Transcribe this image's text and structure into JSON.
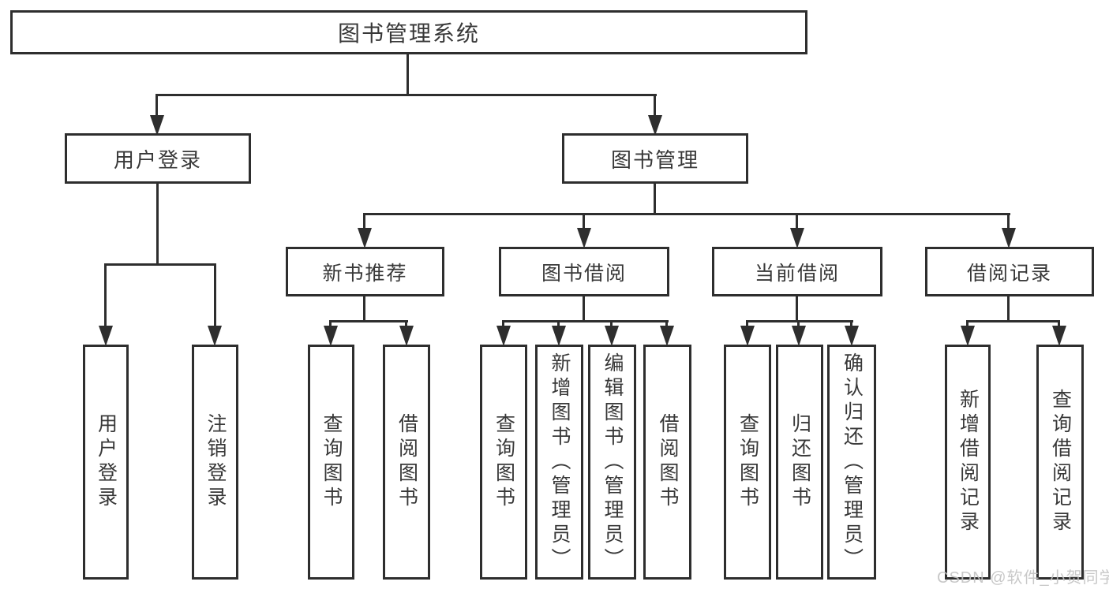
{
  "diagram": {
    "type": "hierarchy-tree",
    "title": "图书管理系统",
    "watermark": "CSDN @软件_小贺同学",
    "colors": {
      "background": "#ffffff",
      "line": "#2e2e2e",
      "box_border": "#2e2e2e",
      "text": "#383838",
      "watermark_text": "#c3c3c3"
    },
    "nodes": {
      "root": {
        "label": "图书管理系统"
      },
      "user_login": {
        "label": "用户登录"
      },
      "book_mgmt": {
        "label": "图书管理"
      },
      "new_rec": {
        "label": "新书推荐"
      },
      "book_borrow": {
        "label": "图书借阅"
      },
      "cur_borrow": {
        "label": "当前借阅"
      },
      "borrow_rec": {
        "label": "借阅记录"
      },
      "leaf_login": {
        "label": "用户登录"
      },
      "leaf_logout": {
        "label": "注销登录"
      },
      "rec_query": {
        "label": "查询图书"
      },
      "rec_borrow": {
        "label": "借阅图书"
      },
      "bor_query": {
        "label": "查询图书"
      },
      "bor_add": {
        "label": "新增图书（管理员）"
      },
      "bor_edit": {
        "label": "编辑图书（管理员）"
      },
      "bor_lend": {
        "label": "借阅图书"
      },
      "cur_query": {
        "label": "查询图书"
      },
      "cur_return": {
        "label": "归还图书"
      },
      "cur_confirm": {
        "label": "确认归还（管理员）"
      },
      "rcd_add": {
        "label": "新增借阅记录"
      },
      "rcd_query": {
        "label": "查询借阅记录"
      }
    },
    "hierarchy": {
      "图书管理系统": {
        "用户登录": [
          "用户登录",
          "注销登录"
        ],
        "图书管理": {
          "新书推荐": [
            "查询图书",
            "借阅图书"
          ],
          "图书借阅": [
            "查询图书",
            "新增图书（管理员）",
            "编辑图书（管理员）",
            "借阅图书"
          ],
          "当前借阅": [
            "查询图书",
            "归还图书",
            "确认归还（管理员）"
          ],
          "借阅记录": [
            "新增借阅记录",
            "查询借阅记录"
          ]
        }
      }
    }
  }
}
